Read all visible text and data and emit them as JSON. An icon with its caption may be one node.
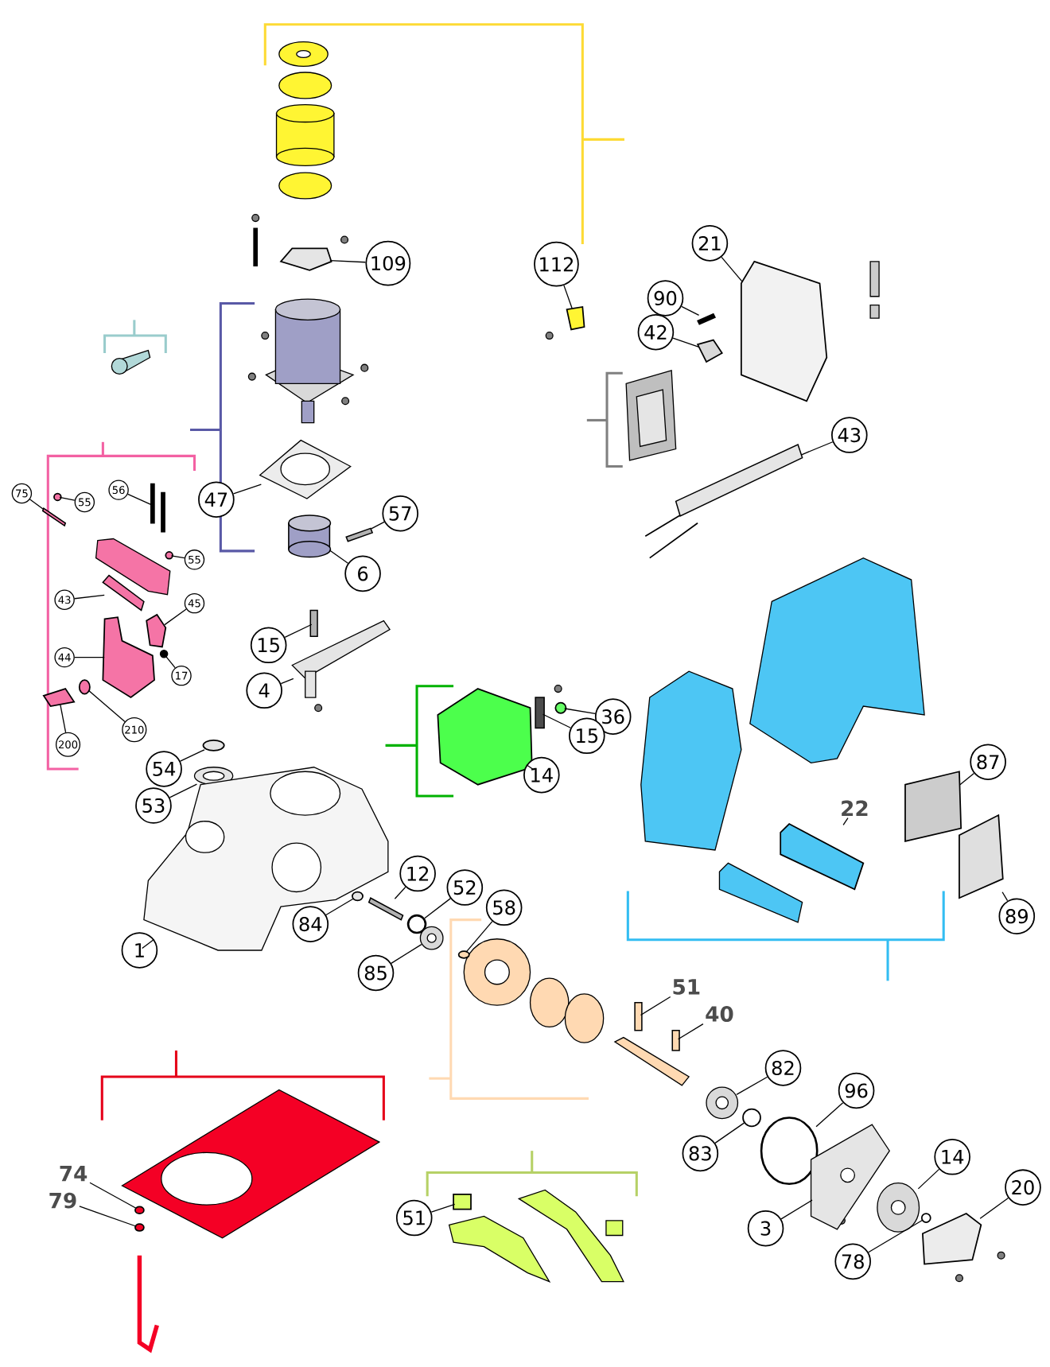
{
  "diagram": {
    "nodes": [
      {
        "text": [
          "109"
        ]
      },
      {
        "text": [
          "112"
        ]
      },
      {
        "text": [
          "21"
        ]
      },
      {
        "text": [
          "90"
        ]
      },
      {
        "text": [
          "42"
        ]
      },
      {
        "text": [
          "43"
        ]
      },
      {
        "text": [
          "47"
        ]
      },
      {
        "text": [
          "57"
        ]
      },
      {
        "text": [
          "6"
        ]
      },
      {
        "text": [
          "15"
        ]
      },
      {
        "text": [
          "4"
        ]
      },
      {
        "text": [
          "36"
        ]
      },
      {
        "text": [
          "15"
        ]
      },
      {
        "text": [
          "14"
        ]
      },
      {
        "text": [
          "54"
        ]
      },
      {
        "text": [
          "53"
        ]
      },
      {
        "text": [
          "1"
        ]
      },
      {
        "text": [
          "84"
        ]
      },
      {
        "text": [
          "12"
        ]
      },
      {
        "text": [
          "52"
        ]
      },
      {
        "text": [
          "58"
        ]
      },
      {
        "text": [
          "85"
        ]
      },
      {
        "text": [
          "87"
        ]
      },
      {
        "text": [
          "89"
        ]
      },
      {
        "text": [
          "82"
        ]
      },
      {
        "text": [
          "96"
        ]
      },
      {
        "text": [
          "83"
        ]
      },
      {
        "text": [
          "14"
        ]
      },
      {
        "text": [
          "20"
        ]
      },
      {
        "text": [
          "3"
        ]
      },
      {
        "text": [
          "78"
        ]
      },
      {
        "text": [
          "51"
        ]
      },
      {
        "text": [
          "75"
        ]
      },
      {
        "text": [
          "55"
        ]
      },
      {
        "text": [
          "56"
        ]
      },
      {
        "text": [
          "55"
        ]
      },
      {
        "text": [
          "43"
        ]
      },
      {
        "text": [
          "45"
        ]
      },
      {
        "text": [
          "44"
        ]
      },
      {
        "text": [
          "17"
        ]
      },
      {
        "text": [
          "210"
        ]
      },
      {
        "text": [
          "200"
        ]
      },
      {
        "text": [
          "22"
        ]
      },
      {
        "text": [
          "51"
        ]
      },
      {
        "text": [
          "40"
        ]
      },
      {
        "text": [
          "74"
        ]
      },
      {
        "text": [
          "79"
        ]
      },
      {
        "text": [],
        "shape": "box"
      },
      {
        "text": [],
        "shape": "box"
      },
      {
        "text": [],
        "shape": "box"
      },
      {
        "text": [],
        "shape": "bar"
      },
      {
        "text": [],
        "shape": "box"
      },
      {
        "text": [],
        "shape": "bar"
      },
      {
        "text": [],
        "shape": "picture"
      },
      {
        "text": [],
        "shape": "bar"
      },
      {
        "text": [],
        "shape": "cylinder"
      },
      {
        "text": [],
        "shape": "bar"
      },
      {
        "text": [],
        "shape": "picture"
      },
      {
        "text": [],
        "shape": "circle"
      },
      {
        "text": [],
        "shape": "bar"
      },
      {
        "text": [],
        "shape": "box"
      },
      {
        "text": [],
        "shape": "circle"
      },
      {
        "text": [],
        "shape": "picture"
      },
      {
        "text": [],
        "shape": "picture"
      },
      {
        "text": [],
        "shape": "circle"
      },
      {
        "text": [],
        "shape": "bar"
      },
      {
        "text": [],
        "shape": "circle"
      },
      {
        "text": [],
        "shape": "circle"
      },
      {
        "text": [],
        "shape": "picture"
      },
      {
        "text": [],
        "shape": "box"
      },
      {
        "text": [],
        "shape": "box"
      },
      {
        "text": [],
        "shape": "picture"
      },
      {
        "text": [],
        "shape": "circle"
      },
      {
        "text": [],
        "shape": "circle"
      },
      {
        "text": [],
        "shape": "picture"
      },
      {
        "text": [],
        "shape": "box"
      },
      {
        "text": [],
        "shape": "picture"
      },
      {
        "text": [],
        "shape": "circle"
      },
      {
        "text": [],
        "shape": "box"
      },
      {
        "text": [],
        "shape": "bar"
      },
      {
        "text": [],
        "shape": "circle"
      },
      {
        "text": [],
        "shape": "picture"
      },
      {
        "text": [],
        "shape": "circle"
      },
      {
        "text": [],
        "shape": "bar"
      },
      {
        "text": [],
        "shape": "box"
      },
      {
        "text": [],
        "shape": "box"
      },
      {
        "text": [],
        "shape": "circle"
      },
      {
        "text": [],
        "shape": "circle"
      },
      {
        "text": [],
        "shape": "box"
      },
      {
        "text": [],
        "shape": "box"
      },
      {
        "text": [],
        "shape": "bar"
      },
      {
        "text": [],
        "shape": "bar"
      },
      {
        "text": [],
        "shape": "circle"
      },
      {
        "text": [],
        "shape": "circle"
      }
    ],
    "edges": [
      {
        "from": 0,
        "to": 47,
        "arrow": "none"
      },
      {
        "from": 1,
        "to": 48,
        "arrow": "none"
      },
      {
        "from": 2,
        "to": 49,
        "arrow": "none"
      },
      {
        "from": 3,
        "to": 50,
        "arrow": "none"
      },
      {
        "from": 4,
        "to": 51,
        "arrow": "none"
      },
      {
        "from": 5,
        "to": 52,
        "arrow": "none"
      },
      {
        "from": 6,
        "to": 53,
        "arrow": "none"
      },
      {
        "from": 7,
        "to": 54,
        "arrow": "none"
      },
      {
        "from": 8,
        "to": 55,
        "arrow": "none"
      },
      {
        "from": 9,
        "to": 56,
        "arrow": "none"
      },
      {
        "from": 10,
        "to": 57,
        "arrow": "none"
      },
      {
        "from": 11,
        "to": 58,
        "arrow": "none"
      },
      {
        "from": 12,
        "to": 59,
        "arrow": "none"
      },
      {
        "from": 13,
        "to": 60,
        "arrow": "none"
      },
      {
        "from": 14,
        "to": 61,
        "arrow": "none"
      },
      {
        "from": 15,
        "to": 62,
        "arrow": "none"
      },
      {
        "from": 16,
        "to": 63,
        "arrow": "none"
      },
      {
        "from": 17,
        "to": 64,
        "arrow": "none"
      },
      {
        "from": 18,
        "to": 65,
        "arrow": "none"
      },
      {
        "from": 19,
        "to": 66,
        "arrow": "none"
      },
      {
        "from": 20,
        "to": 67,
        "arrow": "none"
      },
      {
        "from": 21,
        "to": 68,
        "arrow": "none"
      },
      {
        "from": 22,
        "to": 69,
        "arrow": "none"
      },
      {
        "from": 23,
        "to": 70,
        "arrow": "none"
      },
      {
        "from": 24,
        "to": 71,
        "arrow": "none"
      },
      {
        "from": 25,
        "to": 72,
        "arrow": "none"
      },
      {
        "from": 26,
        "to": 73,
        "arrow": "none"
      },
      {
        "from": 27,
        "to": 74,
        "arrow": "none"
      },
      {
        "from": 28,
        "to": 75,
        "arrow": "none"
      },
      {
        "from": 29,
        "to": 76,
        "arrow": "none"
      },
      {
        "from": 30,
        "to": 77,
        "arrow": "none"
      },
      {
        "from": 31,
        "to": 78,
        "arrow": "none"
      },
      {
        "from": 32,
        "to": 79,
        "arrow": "none"
      },
      {
        "from": 33,
        "to": 80,
        "arrow": "none"
      },
      {
        "from": 34,
        "to": 81,
        "arrow": "none"
      },
      {
        "from": 35,
        "to": 82,
        "arrow": "none"
      },
      {
        "from": 36,
        "to": 83,
        "arrow": "none"
      },
      {
        "from": 37,
        "to": 84,
        "arrow": "none"
      },
      {
        "from": 38,
        "to": 85,
        "arrow": "none"
      },
      {
        "from": 39,
        "to": 86,
        "arrow": "none"
      },
      {
        "from": 40,
        "to": 87,
        "arrow": "none"
      },
      {
        "from": 41,
        "to": 88,
        "arrow": "none"
      },
      {
        "from": 42,
        "to": 89,
        "arrow": "none"
      },
      {
        "from": 43,
        "to": 90,
        "arrow": "none"
      },
      {
        "from": 44,
        "to": 91,
        "arrow": "none"
      },
      {
        "from": 45,
        "to": 92,
        "arrow": "none"
      },
      {
        "from": 46,
        "to": 93,
        "arrow": "none"
      }
    ]
  }
}
